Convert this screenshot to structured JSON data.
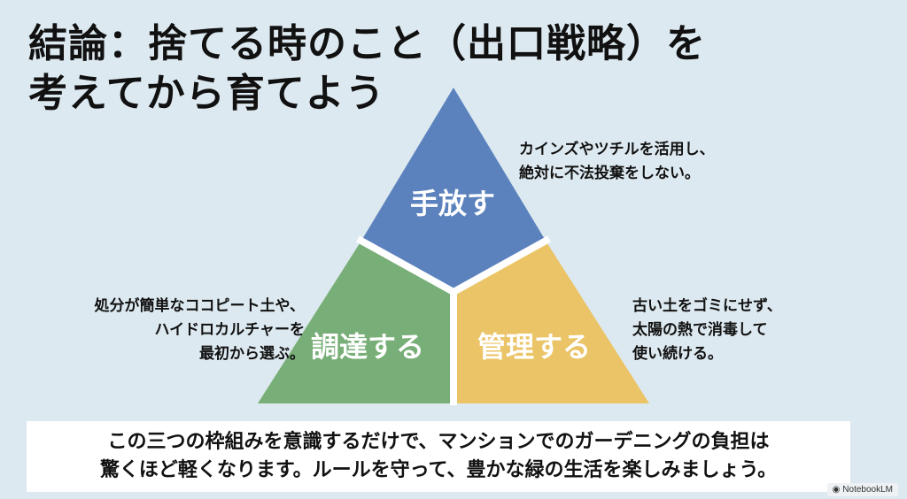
{
  "title": {
    "line1": "結論：捨てる時のこと（出口戦略）を",
    "line2": "考えてから育てよう"
  },
  "triangle": {
    "segments": [
      {
        "id": "top",
        "label": "手放す",
        "color": "#5b82bd"
      },
      {
        "id": "left",
        "label": "調達する",
        "color": "#78ae77"
      },
      {
        "id": "right",
        "label": "管理する",
        "color": "#eac466"
      }
    ]
  },
  "notes": {
    "top": [
      "カインズやツチルを活用し、",
      "絶対に不法投棄をしない。"
    ],
    "left": [
      "処分が簡単なココピート土や、",
      "ハイドロカルチャーを",
      "最初から選ぶ。"
    ],
    "right": [
      "古い土をゴミにせず、",
      "太陽の熱で消毒して",
      "使い続ける。"
    ]
  },
  "summary": {
    "line1": "この三つの枠組みを意識するだけで、マンションでのガーデニングの負担は",
    "line2": "驚くほど軽くなります。ルールを守って、豊かな緑の生活を楽しみましょう。"
  },
  "watermark": "NotebookLM",
  "icons": {
    "watermark_logo": "notebooklm-logo-icon"
  }
}
